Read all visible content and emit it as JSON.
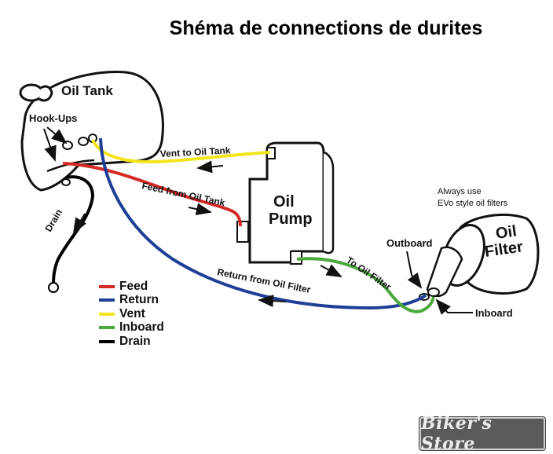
{
  "title": "Shéma de connections de durites",
  "components": {
    "oil_tank": "Oil Tank",
    "hook_ups": "Hook-Ups",
    "oil_pump_line1": "Oil",
    "oil_pump_line2": "Pump",
    "oil_filter_line1": "Oil",
    "oil_filter_line2": "Filter"
  },
  "annotations": {
    "filter_note_line1": "Always use",
    "filter_note_line2": "EVo style oil filters",
    "outboard": "Outboard",
    "inboard": "Inboard",
    "drain": "Drain"
  },
  "lines": {
    "vent_to_tank": "Vent to Oil Tank",
    "feed_from_tank": "Feed from Oil Tank",
    "to_filter": "To Oil Filter",
    "return_from_filter": "Return from Oil Filter"
  },
  "legend": [
    {
      "label": "Feed",
      "color": "#d42a26"
    },
    {
      "label": "Return",
      "color": "#1f3f97"
    },
    {
      "label": "Vent",
      "color": "#f2e51d"
    },
    {
      "label": "Inboard",
      "color": "#4aa83c"
    },
    {
      "label": "Drain",
      "color": "#000000"
    }
  ],
  "colors": {
    "feed": "#d42a26",
    "return": "#1f3f97",
    "vent": "#f2e51d",
    "inboard": "#4aa83c",
    "drain": "#000000"
  },
  "watermark": "Biker's Store"
}
